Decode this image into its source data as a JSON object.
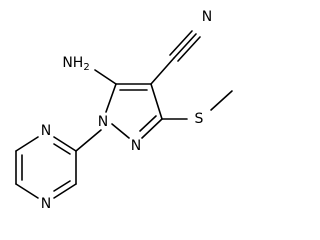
{
  "molecule": {
    "atoms": {
      "amino": "NH2",
      "nitrile_n": "N",
      "ring_n1": "N",
      "ring_n2": "N",
      "sulfur": "S",
      "pyrimidine_n_top": "N",
      "pyrimidine_n_bottom": "N"
    }
  }
}
